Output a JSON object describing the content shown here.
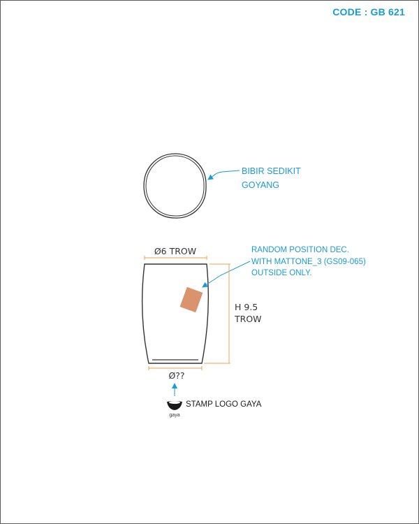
{
  "header": {
    "code": "CODE : GB 621"
  },
  "top_view": {
    "note_line1": "BIBIR SEDIKIT",
    "note_line2": "GOYANG"
  },
  "side_view": {
    "top_diameter": "Ø6 TROW",
    "height_line1": "H 9.5",
    "height_line2": "TROW",
    "bottom_diameter": "Ø??"
  },
  "decoration": {
    "line1": "RANDOM POSITION DEC.",
    "line2": "WITH MATTONE_3 (GS09-065)",
    "line3": "OUTSIDE ONLY.",
    "patch_color": "#d9936d"
  },
  "stamp": {
    "label": "STAMP LOGO GAYA",
    "logo_text": "gaya"
  },
  "colors": {
    "annotation": "#1a9ad6",
    "dimension": "#f0a050",
    "outline": "#333333"
  }
}
